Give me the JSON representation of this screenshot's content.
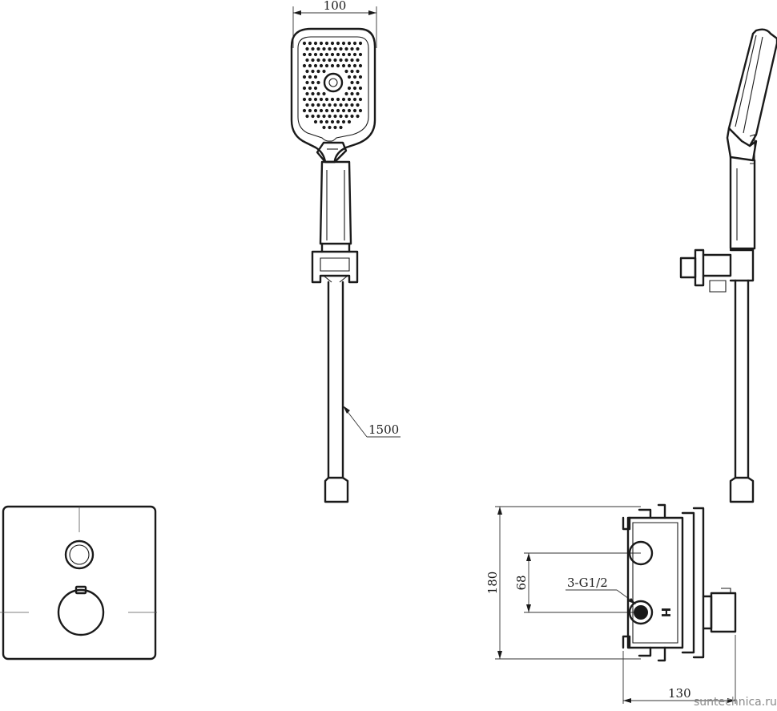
{
  "dimensions": {
    "head_width": "100",
    "hose_length": "1500",
    "body_height": "180",
    "inlet_spacing": "68",
    "connection_spec": "3-G1/2",
    "body_depth": "130"
  },
  "markings": {
    "hot_letter": "H"
  },
  "watermark": "suntechnica.ru"
}
